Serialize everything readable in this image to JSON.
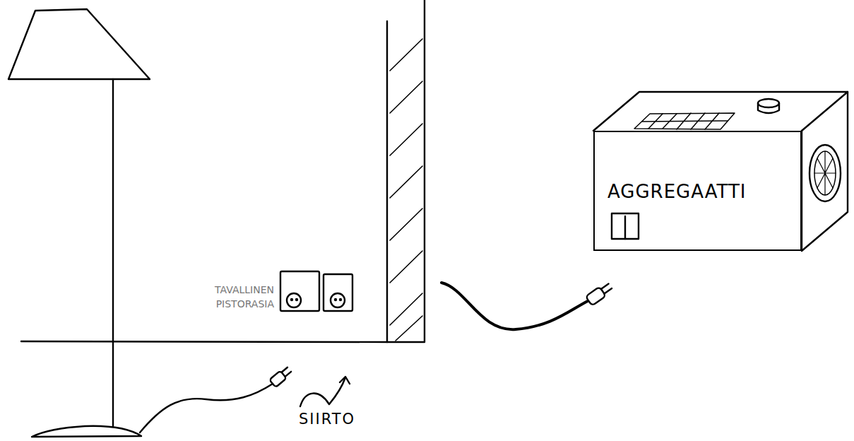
{
  "diagram": {
    "nodes": [
      {
        "text": [
          "TAVALLINEN PISTORASIA"
        ]
      },
      {
        "text": [
          "AGGREGAATTI"
        ]
      }
    ],
    "labels": [
      "SIIRTO"
    ]
  }
}
